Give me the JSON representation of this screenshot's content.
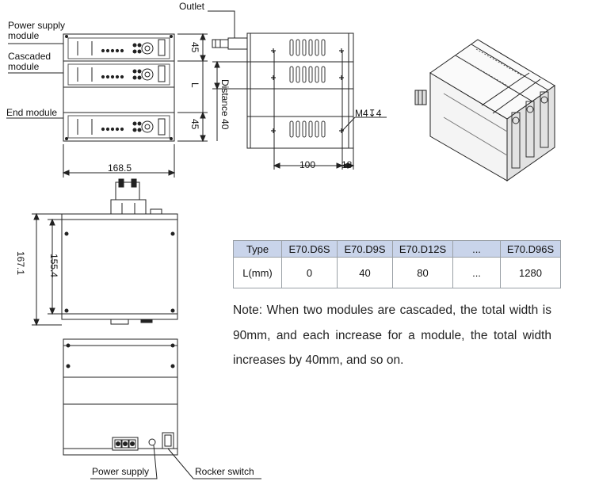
{
  "callouts": {
    "outlet": "Outlet",
    "power_supply_module": "Power supply\nmodule",
    "cascaded_module": "Cascaded\nmodule",
    "end_module": "End module",
    "power_supply": "Power supply",
    "rocker_switch": "Rocker switch"
  },
  "dimensions": {
    "width_front": "168.5",
    "height_45_top": "45",
    "height_L": "L",
    "height_45_bottom": "45",
    "distance_40": "Distance 40",
    "depth_100": "100",
    "depth_18": "18",
    "screw": "M4↧4",
    "height_167_1": "167.1",
    "height_155_4": "155.4"
  },
  "table": {
    "header": [
      "Type",
      "E70.D6S",
      "E70.D9S",
      "E70.D12S",
      "...",
      "E70.D96S"
    ],
    "row": [
      "L(mm)",
      "0",
      "40",
      "80",
      "...",
      "1280"
    ]
  },
  "note": "Note: When two modules are cascaded, the total width is 90mm, and each increase for a module, the total width increases by 40mm, and so on."
}
